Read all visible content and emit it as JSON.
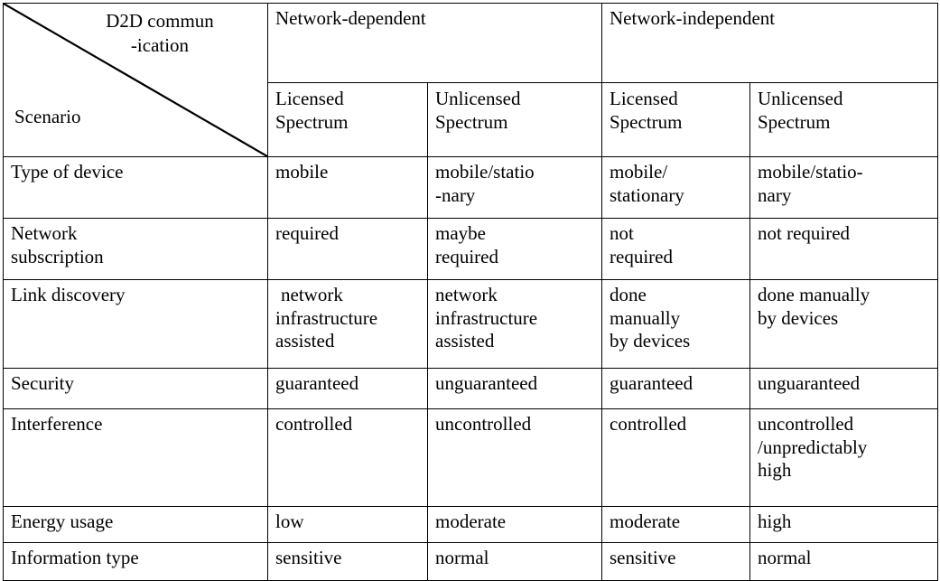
{
  "table": {
    "corner": {
      "title_line1": "D2D commun",
      "title_line2": "-ication",
      "row_axis_label": "Scenario",
      "diagonal": "diagonal-divider"
    },
    "groups": [
      {
        "label": "Network-dependent"
      },
      {
        "label": "Network-independent"
      }
    ],
    "subheaders": [
      {
        "line1": "Licensed",
        "line2": "Spectrum"
      },
      {
        "line1": "Unlicensed",
        "line2": "Spectrum"
      },
      {
        "line1": "Licensed",
        "line2": "Spectrum"
      },
      {
        "line1": "Unlicensed",
        "line2": "Spectrum"
      }
    ],
    "rows": [
      {
        "label_l1": "Type of device",
        "label_l2": "",
        "c1_l1": "mobile",
        "c1_l2": "",
        "c1_l3": "",
        "c2_l1": "mobile/statio",
        "c2_l2": "-nary",
        "c2_l3": "",
        "c3_l1": "mobile/",
        "c3_l2": "stationary",
        "c3_l3": "",
        "c4_l1": "mobile/statio-",
        "c4_l2": "nary",
        "c4_l3": ""
      },
      {
        "label_l1": "Network",
        "label_l2": "subscription",
        "c1_l1": "required",
        "c1_l2": "",
        "c1_l3": "",
        "c2_l1": "maybe",
        "c2_l2": "required",
        "c2_l3": "",
        "c3_l1": "not",
        "c3_l2": "required",
        "c3_l3": "",
        "c4_l1": "not required",
        "c4_l2": "",
        "c4_l3": ""
      },
      {
        "label_l1": "Link discovery",
        "label_l2": "",
        "c1_l1": "network",
        "c1_l2": "infrastructure",
        "c1_l3": "assisted",
        "c2_l1": "network",
        "c2_l2": "infrastructure",
        "c2_l3": "assisted",
        "c3_l1": "done",
        "c3_l2": "manually",
        "c3_l3": "by devices",
        "c4_l1": "done manually",
        "c4_l2": "by devices",
        "c4_l3": ""
      },
      {
        "label_l1": "Security",
        "label_l2": "",
        "c1_l1": "guaranteed",
        "c1_l2": "",
        "c1_l3": "",
        "c2_l1": "unguaranteed",
        "c2_l2": "",
        "c2_l3": "",
        "c3_l1": "guaranteed",
        "c3_l2": "",
        "c3_l3": "",
        "c4_l1": "unguaranteed",
        "c4_l2": "",
        "c4_l3": ""
      },
      {
        "label_l1": "Interference",
        "label_l2": "",
        "c1_l1": "controlled",
        "c1_l2": "",
        "c1_l3": "",
        "c2_l1": "uncontrolled",
        "c2_l2": "",
        "c2_l3": "",
        "c3_l1": "controlled",
        "c3_l2": "",
        "c3_l3": "",
        "c4_l1": "uncontrolled",
        "c4_l2": "/unpredictably",
        "c4_l3": "high"
      },
      {
        "label_l1": "Energy usage",
        "label_l2": "",
        "c1_l1": "low",
        "c1_l2": "",
        "c1_l3": "",
        "c2_l1": "moderate",
        "c2_l2": "",
        "c2_l3": "",
        "c3_l1": "moderate",
        "c3_l2": "",
        "c3_l3": "",
        "c4_l1": "high",
        "c4_l2": "",
        "c4_l3": ""
      },
      {
        "label_l1": "Information type",
        "label_l2": "",
        "c1_l1": "sensitive",
        "c1_l2": "",
        "c1_l3": "",
        "c2_l1": "normal",
        "c2_l2": "",
        "c2_l3": "",
        "c3_l1": "sensitive",
        "c3_l2": "",
        "c3_l3": "",
        "c4_l1": "normal",
        "c4_l2": "",
        "c4_l3": ""
      }
    ]
  },
  "colors": {
    "border": "#000000",
    "text": "#000000",
    "background": "#ffffff"
  }
}
